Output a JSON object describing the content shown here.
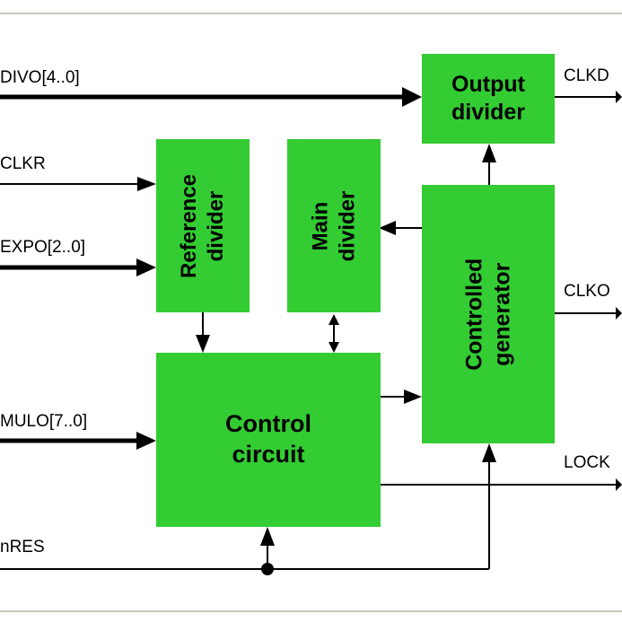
{
  "colors": {
    "block": "#33cc33",
    "frame": "#c8c9bc",
    "wire": "#000000"
  },
  "blocks": {
    "output_divider": "Output\ndivider",
    "reference_divider": "Reference\ndivider",
    "main_divider": "Main\ndivider",
    "controlled_generator": "Controlled\ngenerator",
    "control_circuit": "Control\ncircuit"
  },
  "signals": {
    "divo": "DIVO[4..0]",
    "clkr": "CLKR",
    "expo": "EXPO[2..0]",
    "mulo": "MULO[7..0]",
    "nres": "nRES",
    "clkd": "CLKD",
    "clko": "CLKO",
    "lock": "LOCK"
  }
}
